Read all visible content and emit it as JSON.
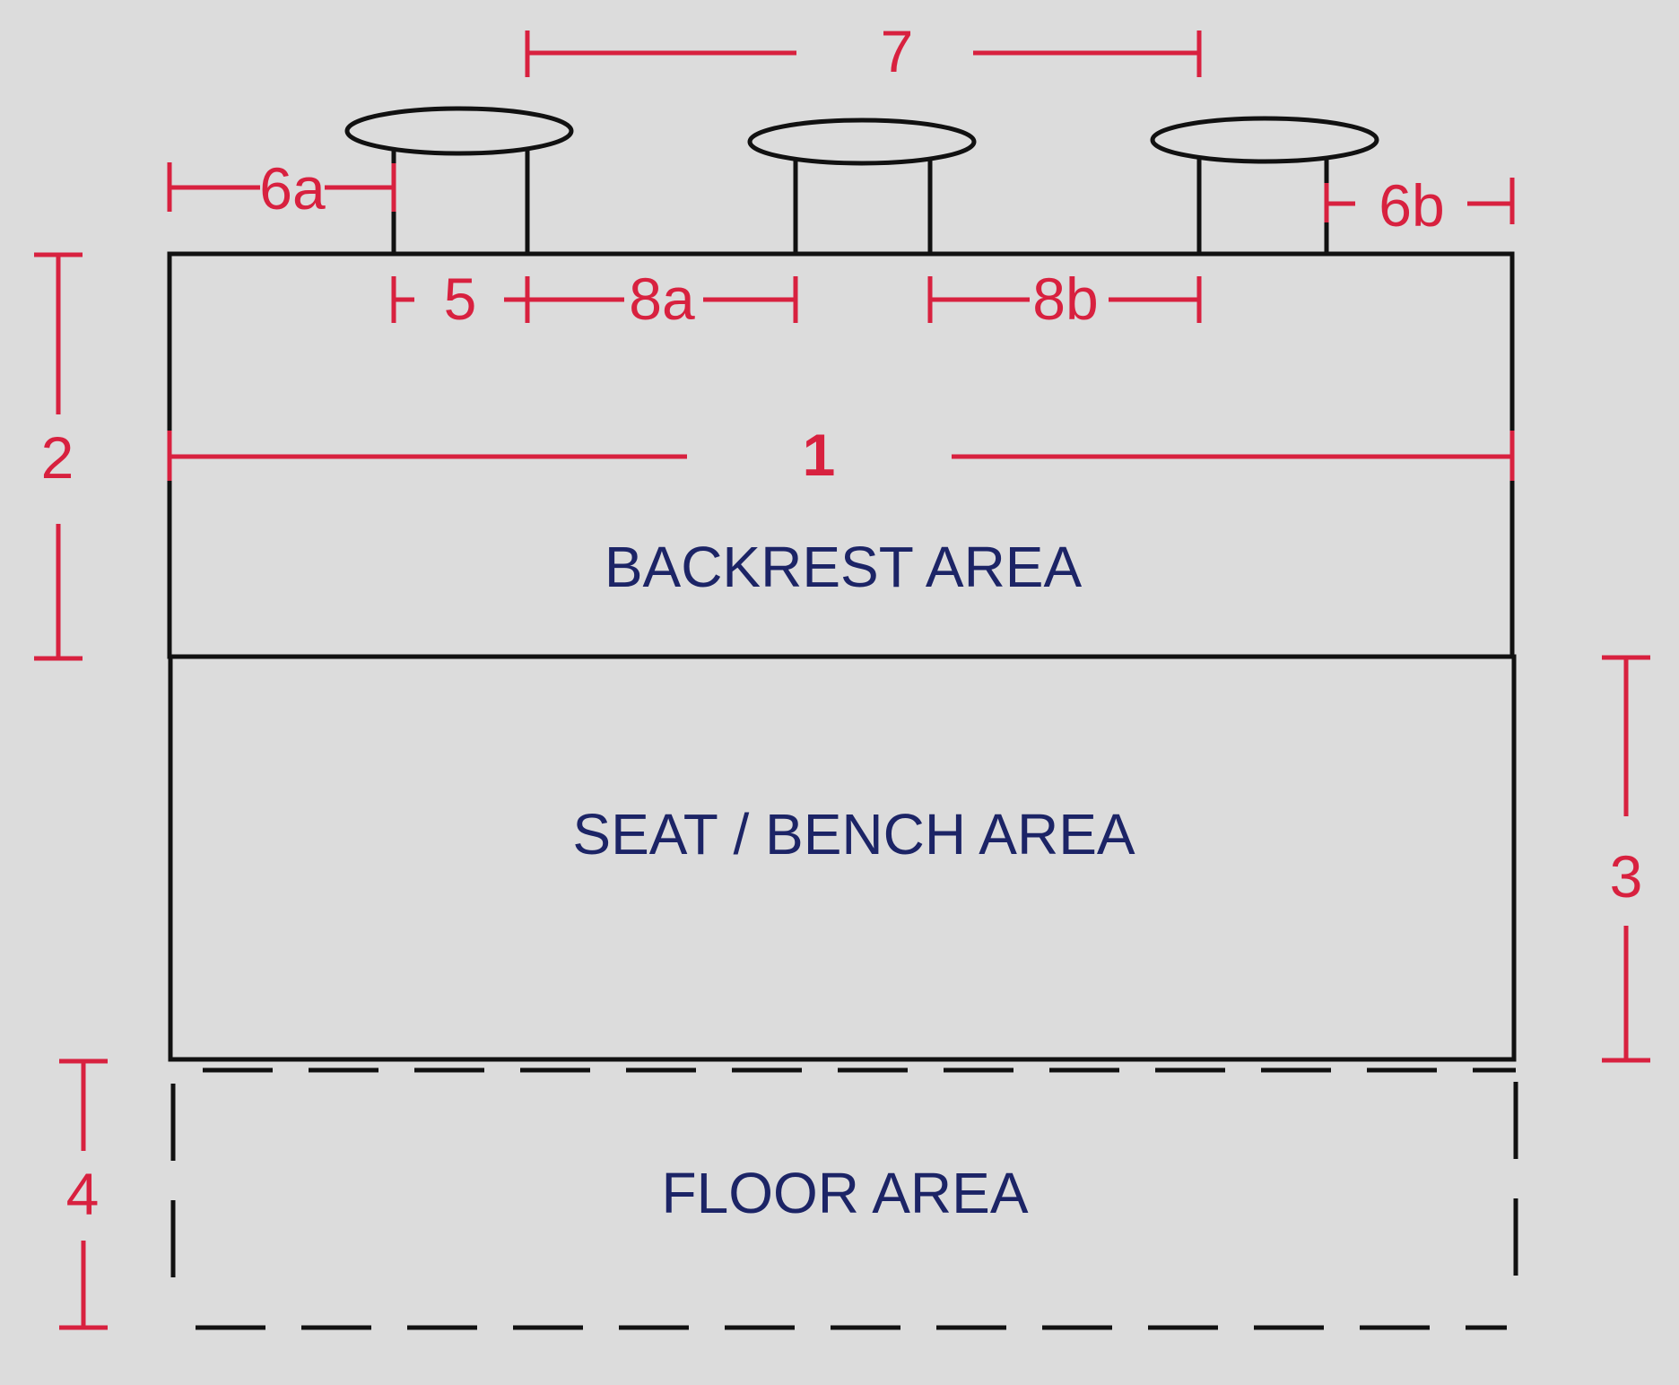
{
  "colors": {
    "background": "#dcdcdc",
    "outline": "#111111",
    "dimension": "#d8213f",
    "area_text": "#1c2466"
  },
  "areas": {
    "backrest": "BACKREST AREA",
    "seat": "SEAT / BENCH AREA",
    "floor": "FLOOR AREA"
  },
  "dimensions": {
    "d1": "1",
    "d2": "2",
    "d3": "3",
    "d4": "4",
    "d5": "5",
    "d6a": "6a",
    "d6b": "6b",
    "d7": "7",
    "d8a": "8a",
    "d8b": "8b"
  }
}
